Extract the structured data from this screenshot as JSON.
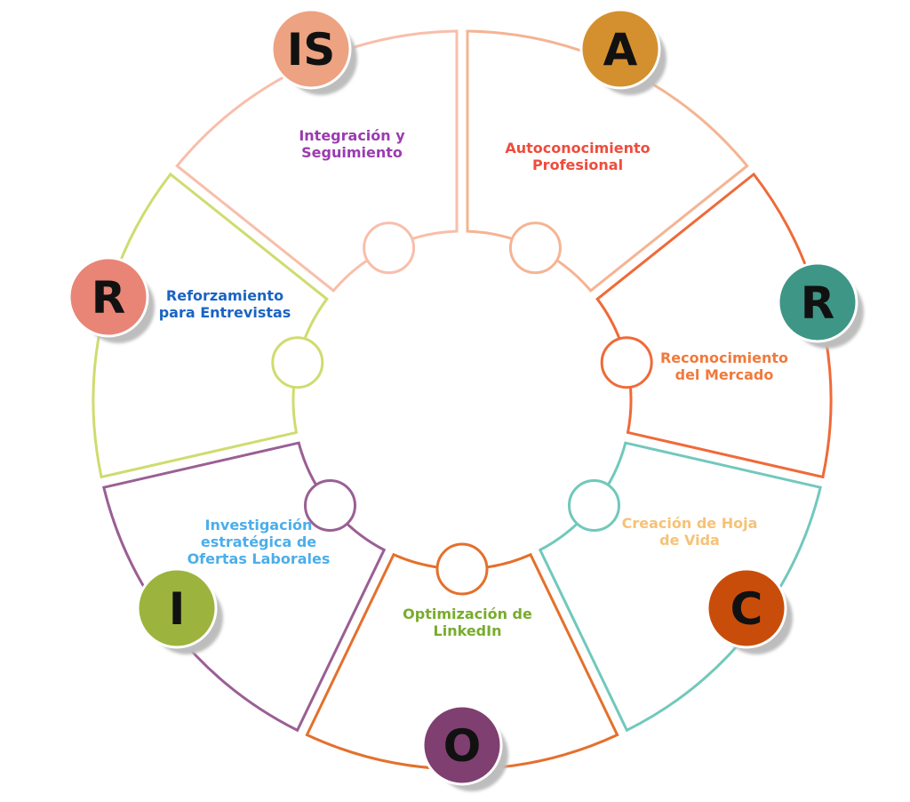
{
  "segments": [
    {
      "key": "is",
      "letter": "IS",
      "label_lines": [
        "Integración y",
        "Seguimiento"
      ],
      "stroke": "#f4b493",
      "label_color": "#9b3bb0",
      "badge_color": "#eda282"
    },
    {
      "key": "a",
      "letter": "A",
      "label_lines": [
        "Autoconocimiento",
        "Profesional"
      ],
      "stroke": "#ef6a38",
      "label_color": "#ef4c3c",
      "badge_color": "#d4902f"
    },
    {
      "key": "r1",
      "letter": "R",
      "label_lines": [
        "Reconocimiento",
        "del Mercado"
      ],
      "stroke": "#71c8bc",
      "label_color": "#f07a3c",
      "badge_color": "#3e9686"
    },
    {
      "key": "c",
      "letter": "C",
      "label_lines": [
        "Creación de Hoja",
        "de Vida"
      ],
      "stroke": "#e4702c",
      "label_color": "#f6c277",
      "badge_color": "#c94d0a"
    },
    {
      "key": "o",
      "letter": "O",
      "label_lines": [
        "Optimización de",
        "LinkedIn"
      ],
      "stroke": "#9a5f94",
      "label_color": "#78ac2c",
      "badge_color": "#7f3f70"
    },
    {
      "key": "i",
      "letter": "I",
      "label_lines": [
        "Investigación",
        "estratégica de",
        "Ofertas Laborales"
      ],
      "stroke": "#cfdc6e",
      "label_color": "#4caeea",
      "badge_color": "#9cb43e"
    },
    {
      "key": "r2",
      "letter": "R",
      "label_lines": [
        "Reforzamiento",
        "para Entrevistas"
      ],
      "stroke": "#f8beaa",
      "label_color": "#1a64c4",
      "badge_color": "#e88576"
    }
  ]
}
